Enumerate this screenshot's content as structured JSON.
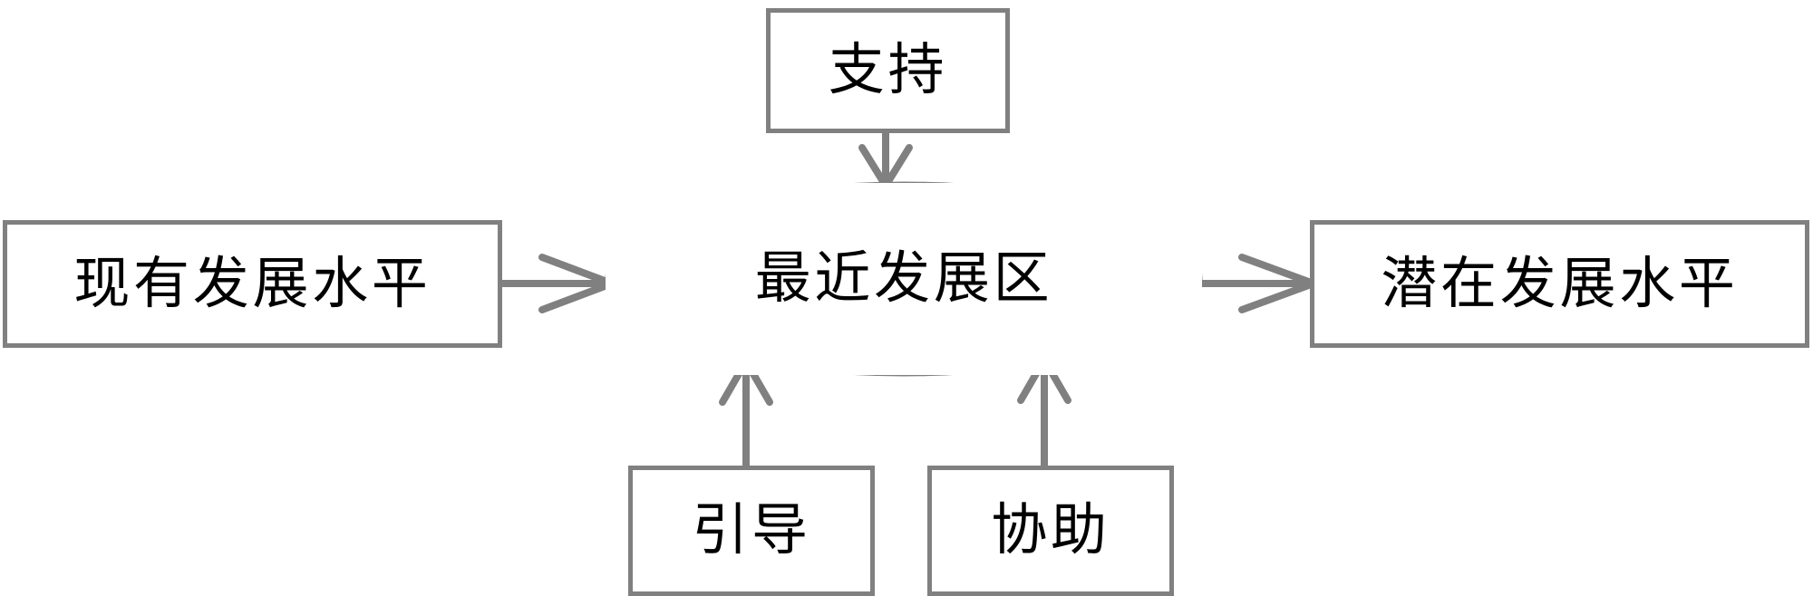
{
  "diagram": {
    "type": "flow-diagram",
    "title": "最近发展区",
    "palette": {
      "stroke": "#808080",
      "fill": "#ffffff",
      "text": "#000000"
    },
    "nodes": [
      {
        "id": "support",
        "shape": "rectangle",
        "label": "支持"
      },
      {
        "id": "current_level",
        "shape": "rectangle",
        "label": "现有发展水平"
      },
      {
        "id": "zpd",
        "shape": "ellipse",
        "label": "最近发展区"
      },
      {
        "id": "potential_level",
        "shape": "rectangle",
        "label": "潜在发展水平"
      },
      {
        "id": "guidance",
        "shape": "rectangle",
        "label": "引导"
      },
      {
        "id": "assistance",
        "shape": "rectangle",
        "label": "协助"
      }
    ],
    "edges": [
      {
        "id": "support-to-zpd",
        "from": "support",
        "to": "zpd",
        "direction": "down",
        "arrowhead": "open"
      },
      {
        "id": "current-to-zpd",
        "from": "current_level",
        "to": "zpd",
        "direction": "right",
        "arrowhead": "open"
      },
      {
        "id": "zpd-to-potential",
        "from": "zpd",
        "to": "potential_level",
        "direction": "right",
        "arrowhead": "open"
      },
      {
        "id": "guidance-to-zpd",
        "from": "guidance",
        "to": "zpd",
        "direction": "up",
        "arrowhead": "open"
      },
      {
        "id": "assistance-to-zpd",
        "from": "assistance",
        "to": "zpd",
        "direction": "up",
        "arrowhead": "open"
      }
    ]
  }
}
